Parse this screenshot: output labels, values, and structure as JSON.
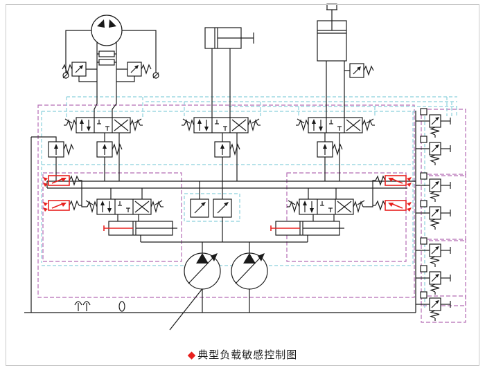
{
  "frame": {
    "border_color": "#c9c9c9",
    "background": "#ffffff"
  },
  "caption": {
    "bullet": "◆",
    "text": "典型负载敏感控制图"
  },
  "colors": {
    "line": "#1a1a1a",
    "pilot_cyan": "#8bd0dc",
    "enclosure_magenta": "#b56cb5",
    "accent_red": "#e8201e"
  },
  "components": [
    "hydraulic-motor",
    "crossover-relief-block",
    "relief-valve-left",
    "relief-valve-right",
    "directional-valve-1",
    "directional-valve-2",
    "directional-valve-3",
    "cylinder-middle",
    "cylinder-right",
    "pressure-compensator-1",
    "pressure-compensator-2",
    "pressure-compensator-3",
    "pressure-compensator-4",
    "proportional-pilot-valve-left",
    "proportional-pilot-valve-right",
    "solenoid-pilot-red-1",
    "solenoid-pilot-red-2",
    "solenoid-pilot-red-3",
    "solenoid-pilot-red-4",
    "servo-cylinder-left",
    "servo-cylinder-right",
    "variable-pump-1",
    "variable-pump-2",
    "tank-line",
    "breather",
    "plug",
    "cartridge-valve-column"
  ]
}
